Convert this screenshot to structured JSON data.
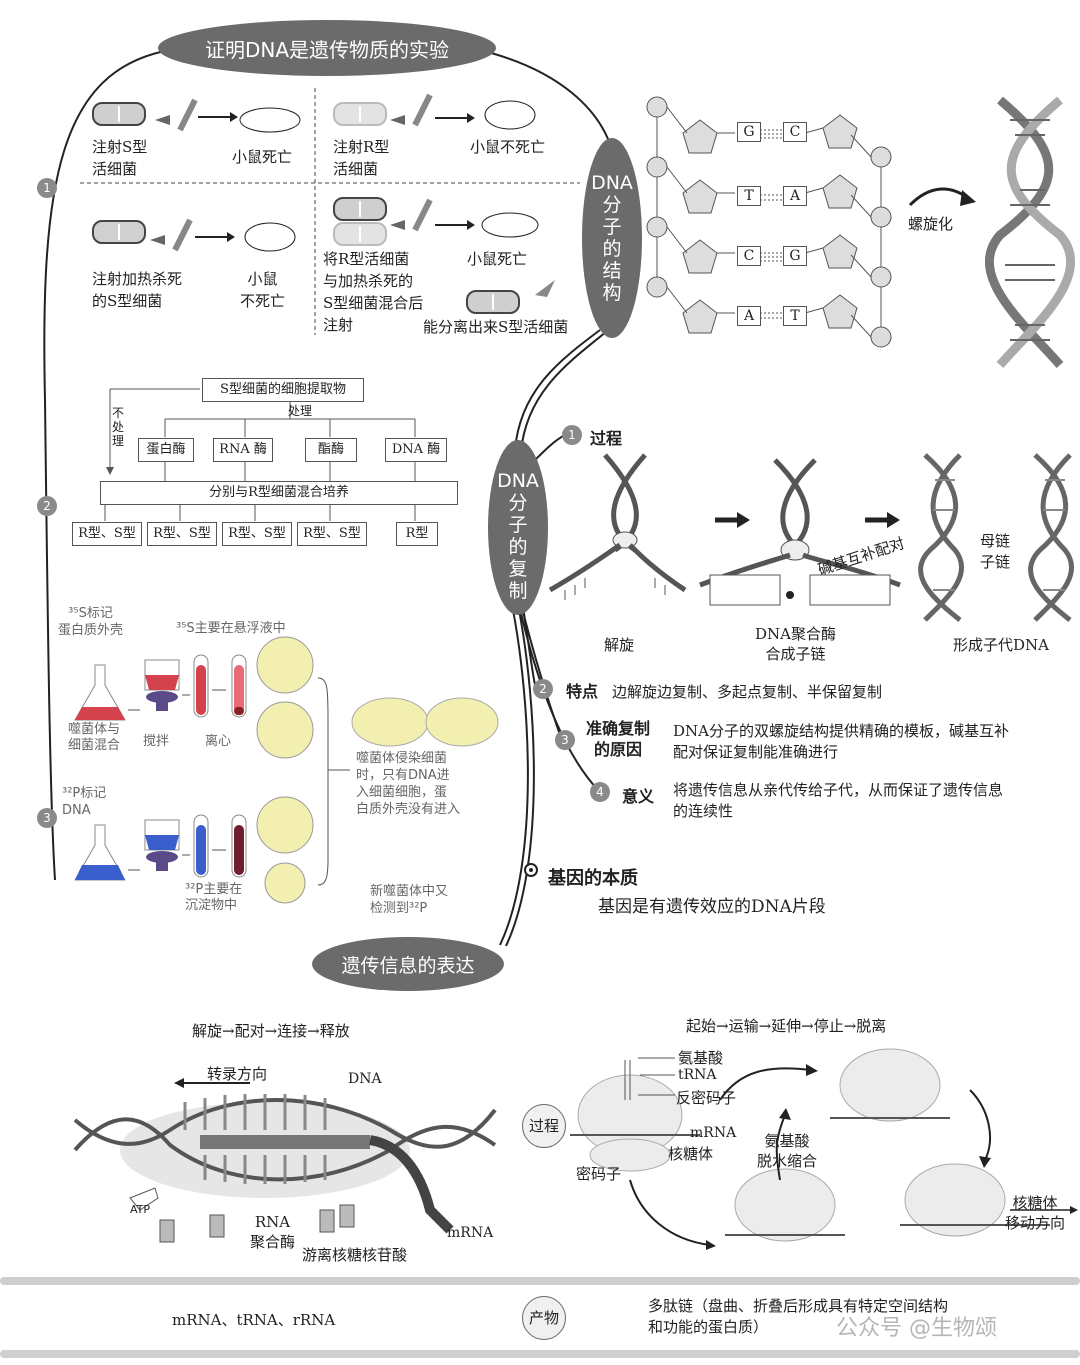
{
  "title": "证明DNA是遗传物质的实验",
  "exp1": {
    "a": "注射S型\n活细菌",
    "a_result": "小鼠死亡",
    "b": "注射R型\n活细菌",
    "b_result": "小鼠不死亡",
    "c": "注射加热杀死\n的S型细菌",
    "c_result": "小鼠\n不死亡",
    "d": "将R型活细菌\n与加热杀死的\nS型细菌混合后\n注射",
    "d_result": "小鼠死亡",
    "d_extra": "能分离出来S型活细菌"
  },
  "exp2": {
    "top": "S型细菌的细胞提取物",
    "no_treat": "不\n处\n理",
    "treat": "处理",
    "enzymes": [
      "蛋白酶",
      "RNA 酶",
      "酯酶",
      "DNA 酶"
    ],
    "mix": "分别与R型细菌混合培养",
    "results": [
      "R型、S型",
      "R型、S型",
      "R型、S型",
      "R型、S型",
      "R型"
    ]
  },
  "exp3": {
    "s_label": "³⁵S标记\n蛋白质外壳",
    "s_super": "³⁵S主要在悬浮液中",
    "mix": "噬菌体与\n细菌混合",
    "stir": "搅拌",
    "centrifuge": "离心",
    "p_label": "³²P标记\nDNA",
    "p_sediment": "³²P主要在\n沉淀物中",
    "infect": "噬菌体侵染细菌\n时，只有DNA进\n入细菌细胞，蛋\n白质外壳没有进入",
    "new_phage": "新噬菌体中又\n检测到³²P"
  },
  "numbers": [
    "1",
    "2",
    "3",
    "4"
  ],
  "structure": {
    "label": "DNA\n分\n子\n的\n结\n构",
    "pairs": [
      [
        "G",
        "C"
      ],
      [
        "T",
        "A"
      ],
      [
        "C",
        "G"
      ],
      [
        "A",
        "T"
      ]
    ],
    "helix": "螺旋化"
  },
  "replication": {
    "label": "DNA\n分\n子\n的\n复\n制",
    "process": "过程",
    "unwind": "解旋",
    "polymerase": "DNA聚合酶\n合成子链",
    "pairing": "碱基互补配对",
    "parent": "母链",
    "child": "子链",
    "result": "形成子代DNA",
    "feature_label": "特点",
    "feature": "边解旋边复制、多起点复制、半保留复制",
    "reason_label": "准确复制\n的原因",
    "reason": "DNA分子的双螺旋结构提供精确的模板，碱基互补\n配对保证复制能准确进行",
    "meaning_label": "意义",
    "meaning": "将遗传信息从亲代传给子代，从而保证了遗传信息\n的连续性"
  },
  "gene": {
    "title": "基因的本质",
    "text": "基因是有遗传效应的DNA片段"
  },
  "expression": {
    "label": "遗传信息的表达",
    "transcription_steps": "解旋→配对→连接→释放",
    "direction": "转录方向",
    "dna": "DNA",
    "atp": "ATP",
    "rna_pol": "RNA\n聚合酶",
    "nucleotides": "游离核糖核苷酸",
    "mrna": "mRNA",
    "translation_steps": "起始→运输→延伸→停止→脱离",
    "process": "过程",
    "amino_acid": "氨基酸",
    "trna": "tRNA",
    "anticodon": "反密码子",
    "mrna2": "mRNA",
    "ribosome": "核糖体",
    "codon": "密码子",
    "dehydration": "氨基酸\n脱水缩合",
    "ribosome_move": "核糖体\n移动方向",
    "product_label": "产物",
    "product_left": "mRNA、tRNA、rRNA",
    "product_right": "多肽链（盘曲、折叠后形成具有特定空间结构\n和功能的蛋白质）",
    "watermark": "公众号 @生物颂"
  },
  "colors": {
    "node": "#6b6b6b",
    "red": "#d4424e",
    "blue": "#3a5fcc",
    "yellow": "#f3efb0",
    "purple": "#5b4a8a"
  }
}
